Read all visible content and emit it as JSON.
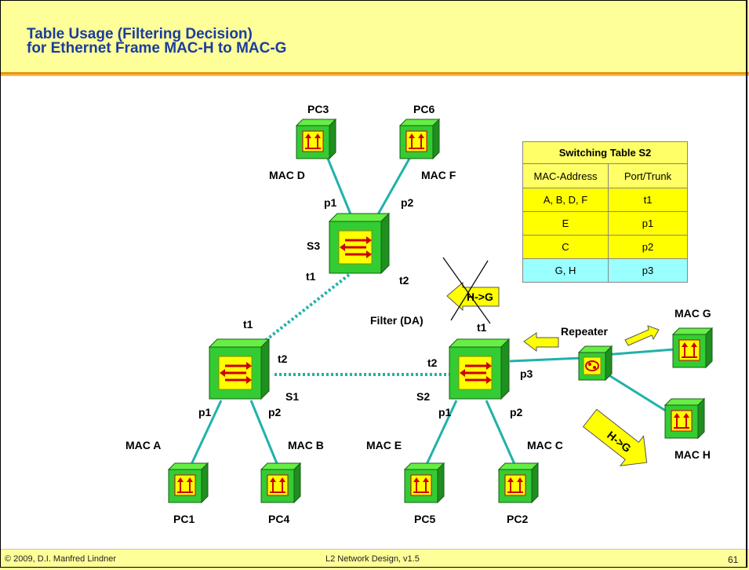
{
  "slide": {
    "title_line1": "Table Usage (Filtering Decision)",
    "title_line2": "for Ethernet Frame MAC-H to MAC-G",
    "footer_left": "© 2009, D.I. Manfred Lindner",
    "footer_center": "L2 Network Design, v1.5",
    "page_number": "61"
  },
  "diagram": {
    "pc3": "PC3",
    "pc6": "PC6",
    "pc1": "PC1",
    "pc4": "PC4",
    "pc5": "PC5",
    "pc2": "PC2",
    "mac_d": "MAC D",
    "mac_f": "MAC F",
    "mac_a": "MAC A",
    "mac_b": "MAC B",
    "mac_e": "MAC E",
    "mac_c": "MAC C",
    "mac_g": "MAC G",
    "mac_h": "MAC H",
    "s3": "S3",
    "s1": "S1",
    "s2": "S2",
    "s3_p1": "p1",
    "s3_p2": "p2",
    "s3_t1": "t1",
    "s3_t2": "t2",
    "s1_t1": "t1",
    "s1_t2": "t2",
    "s1_p1": "p1",
    "s1_p2": "p2",
    "s2_t1": "t1",
    "s2_t2": "t2",
    "s2_p1": "p1",
    "s2_p2": "p2",
    "s2_p3": "p3",
    "repeater": "Repeater",
    "filter": "Filter (DA)",
    "frame_blocked": "H->G",
    "frame_incoming": "H->G"
  },
  "switching_table": {
    "title": "Switching Table S2",
    "col_mac": "MAC-Address",
    "col_port": "Port/Trunk",
    "rows": [
      {
        "mac": "A, B, D, F",
        "port": "t1"
      },
      {
        "mac": "E",
        "port": "p1"
      },
      {
        "mac": "C",
        "port": "p2"
      },
      {
        "mac": "G, H",
        "port": "p3"
      }
    ]
  },
  "colors": {
    "title_band": "#ffff99",
    "title_text": "#1a3c9e",
    "device_green": "#33cc33",
    "link": "#20b2aa",
    "arrow_yellow": "#ffff00"
  }
}
